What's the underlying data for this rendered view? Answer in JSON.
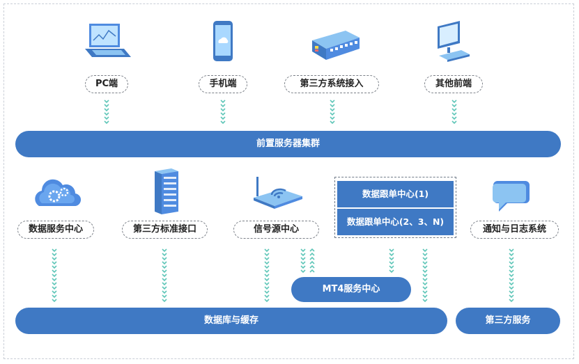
{
  "clients": {
    "pc": "PC端",
    "mobile": "手机端",
    "third_party_access": "第三方系统接入",
    "other_frontend": "其他前端"
  },
  "front_cluster": "前置服务器集群",
  "services": {
    "data_service": "数据服务中心",
    "third_party_interface": "第三方标准接口",
    "signal_source": "信号源中心",
    "copy_center_1": "数据跟单中心(1)",
    "copy_center_n": "数据跟单中心(2、3、N)",
    "notify_log": "通知与日志系统"
  },
  "mt4": "MT4服务中心",
  "database_cache": "数据库与缓存",
  "third_party_service": "第三方服务",
  "colors": {
    "primary": "#3f79c4",
    "arrow": "#5fc6b8"
  },
  "icons": [
    "laptop-icon",
    "phone-icon",
    "server-box-icon",
    "desktop-icon",
    "cloud-gear-icon",
    "server-rack-icon",
    "router-icon",
    "chat-bubble-icon"
  ]
}
